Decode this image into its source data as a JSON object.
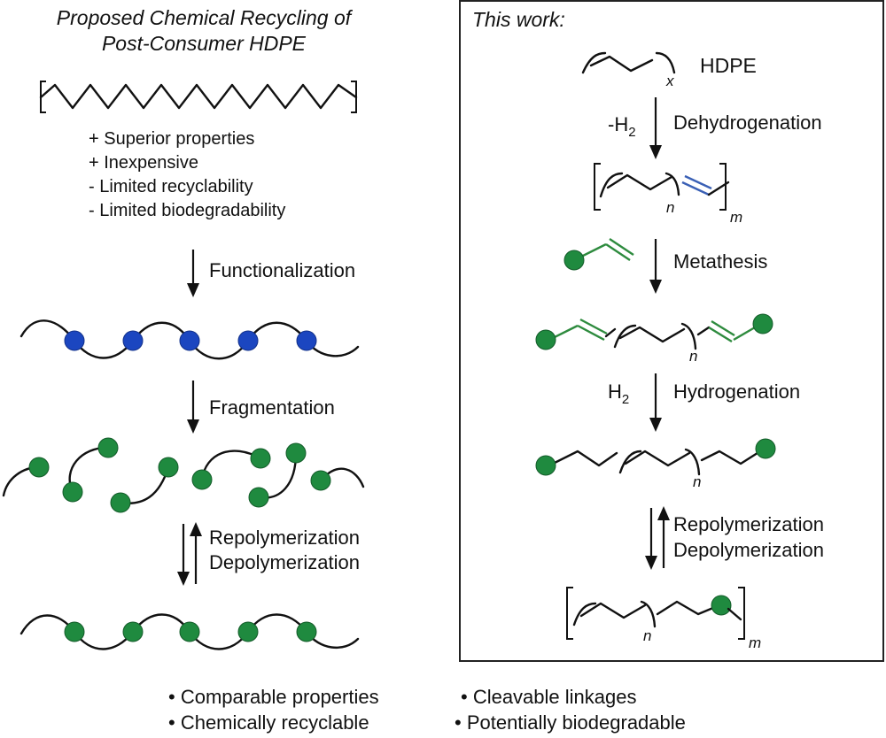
{
  "left_panel": {
    "title_line1": "Proposed Chemical Recycling of",
    "title_line2": "Post-Consumer HDPE",
    "properties": [
      "+ Superior properties",
      "+ Inexpensive",
      "-  Limited recyclability",
      "-  Limited biodegradability"
    ],
    "step_functionalization": "Functionalization",
    "step_fragmentation": "Fragmentation",
    "step_repolymerization": "Repolymerization",
    "step_depolymerization": "Depolymerization"
  },
  "right_panel": {
    "title": "This work:",
    "hdpe_label": "HDPE",
    "sub_x": "x",
    "sub_n": "n",
    "sub_m": "m",
    "reagent_minus_h2": "-H",
    "reagent_h2": "H",
    "reagent_sub2": "2",
    "step_dehydrogenation": "Dehydrogenation",
    "step_metathesis": "Metathesis",
    "step_hydrogenation": "Hydrogenation",
    "step_repolymerization": "Repolymerization",
    "step_depolymerization": "Depolymerization"
  },
  "bottom_bullets": [
    "• Comparable properties",
    "• Cleavable linkages",
    "• Chemically recyclable",
    "• Potentially biodegradable"
  ],
  "colors": {
    "functional_group_blue": "#1b46c0",
    "functional_group_green": "#1f8a3f",
    "alkene_blue": "#3a60b5",
    "alkene_green": "#2e8b3e"
  }
}
